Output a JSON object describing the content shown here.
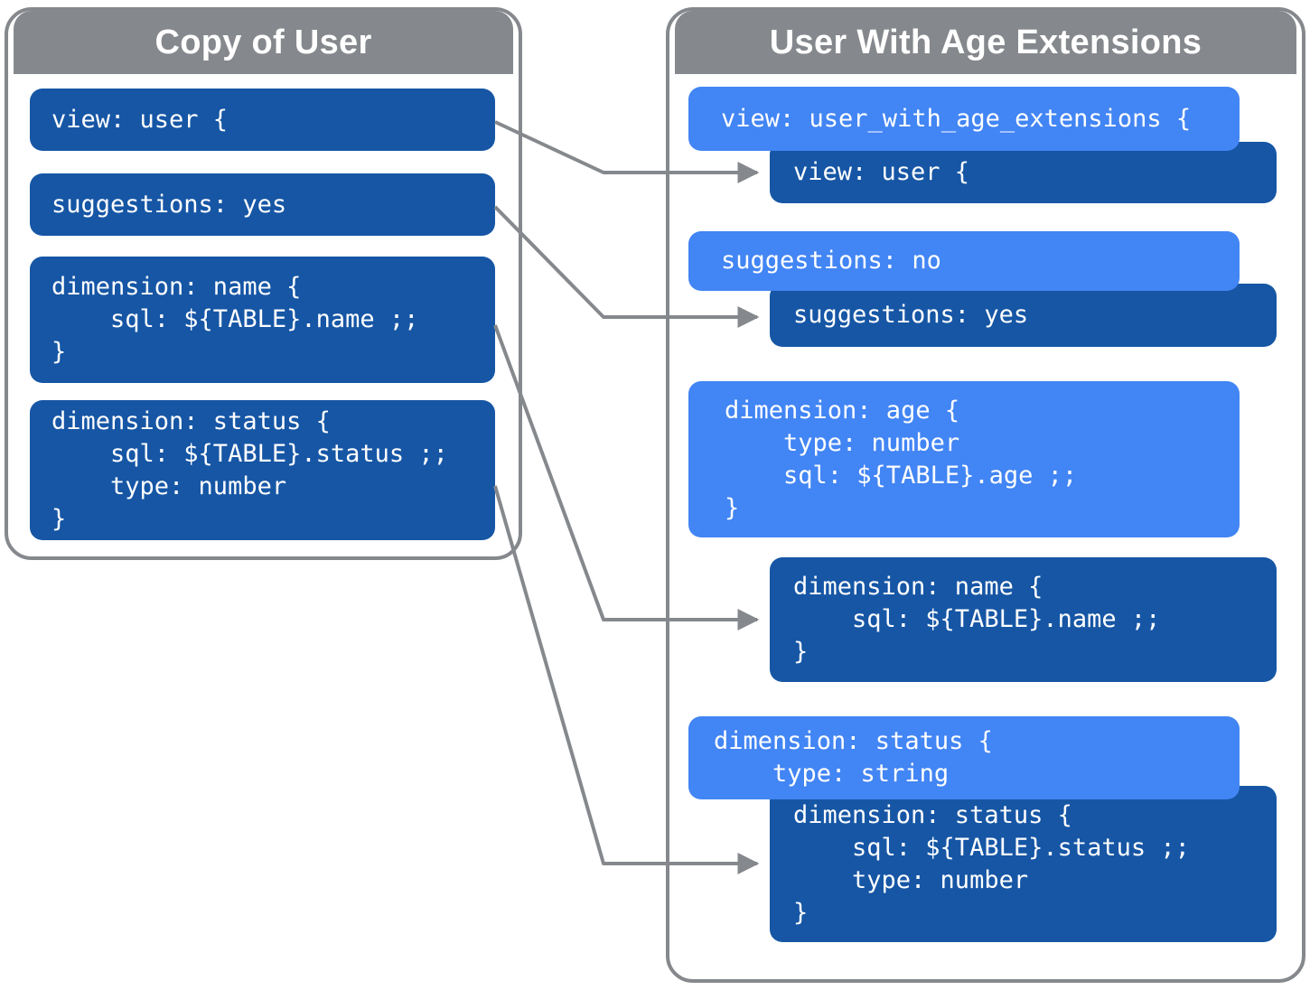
{
  "colors": {
    "panel_border": "#85888C",
    "header_bg": "#85888C",
    "header_text": "#FFFFFF",
    "light_box_bg": "#4285F4",
    "dark_box_bg": "#1656A5",
    "box_text": "#FFFFFF",
    "connector": "#85888C",
    "background": "#FFFFFF"
  },
  "left_panel": {
    "title": "Copy of User",
    "boxes": [
      {
        "style": "dark",
        "code": "view: user {"
      },
      {
        "style": "dark",
        "code": "suggestions: yes"
      },
      {
        "style": "dark",
        "code": "dimension: name {\n    sql: ${TABLE}.name ;;\n}"
      },
      {
        "style": "dark",
        "code": "dimension: status {\n    sql: ${TABLE}.status ;;\n    type: number\n}"
      }
    ]
  },
  "right_panel": {
    "title": "User With Age Extensions",
    "boxes": [
      {
        "style": "light",
        "code": "view: user_with_age_extensions {"
      },
      {
        "style": "dark",
        "code": "view: user {"
      },
      {
        "style": "light",
        "code": "suggestions: no"
      },
      {
        "style": "dark",
        "code": "suggestions: yes"
      },
      {
        "style": "light",
        "code": "dimension: age {\n    type: number\n    sql: ${TABLE}.age ;;\n}"
      },
      {
        "style": "dark",
        "code": "dimension: name {\n    sql: ${TABLE}.name ;;\n}"
      },
      {
        "style": "light",
        "code": "dimension: status {\n    type: string"
      },
      {
        "style": "dark",
        "code": "dimension: status {\n    sql: ${TABLE}.status ;;\n    type: number\n}"
      }
    ]
  },
  "connectors": [
    {
      "from": "left view: user {",
      "to": "right inherited view: user {"
    },
    {
      "from": "left suggestions: yes",
      "to": "right inherited suggestions: yes"
    },
    {
      "from": "left dimension: name",
      "to": "right inherited dimension: name"
    },
    {
      "from": "left dimension: status",
      "to": "right inherited dimension: status"
    }
  ]
}
